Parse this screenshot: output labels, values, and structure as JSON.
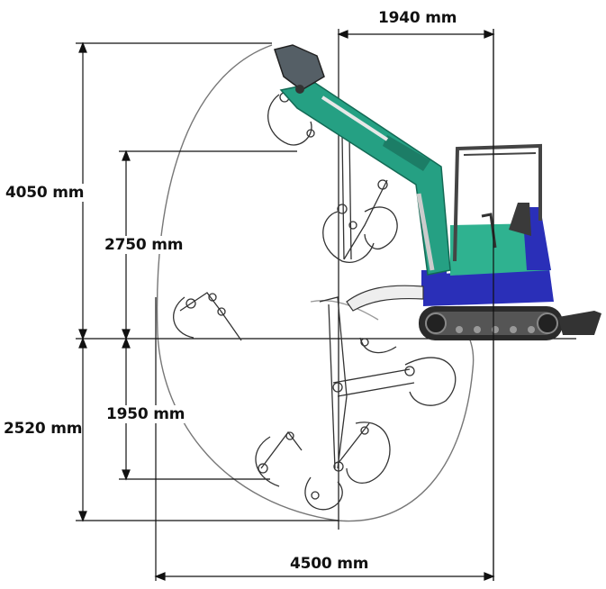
{
  "dimensions": {
    "top_reach": "1940 mm",
    "max_height": "4050 mm",
    "dump_height": "2750 mm",
    "max_depth": "2520 mm",
    "vertical_wall_depth": "1950 mm",
    "max_reach": "4500 mm"
  },
  "colors": {
    "boom": "#25a083",
    "boom_dark": "#136a55",
    "body_green": "#2fb290",
    "body_blue": "#2a2fb8",
    "track": "#2b2b2b",
    "line": "#111111",
    "arc": "#777777"
  }
}
